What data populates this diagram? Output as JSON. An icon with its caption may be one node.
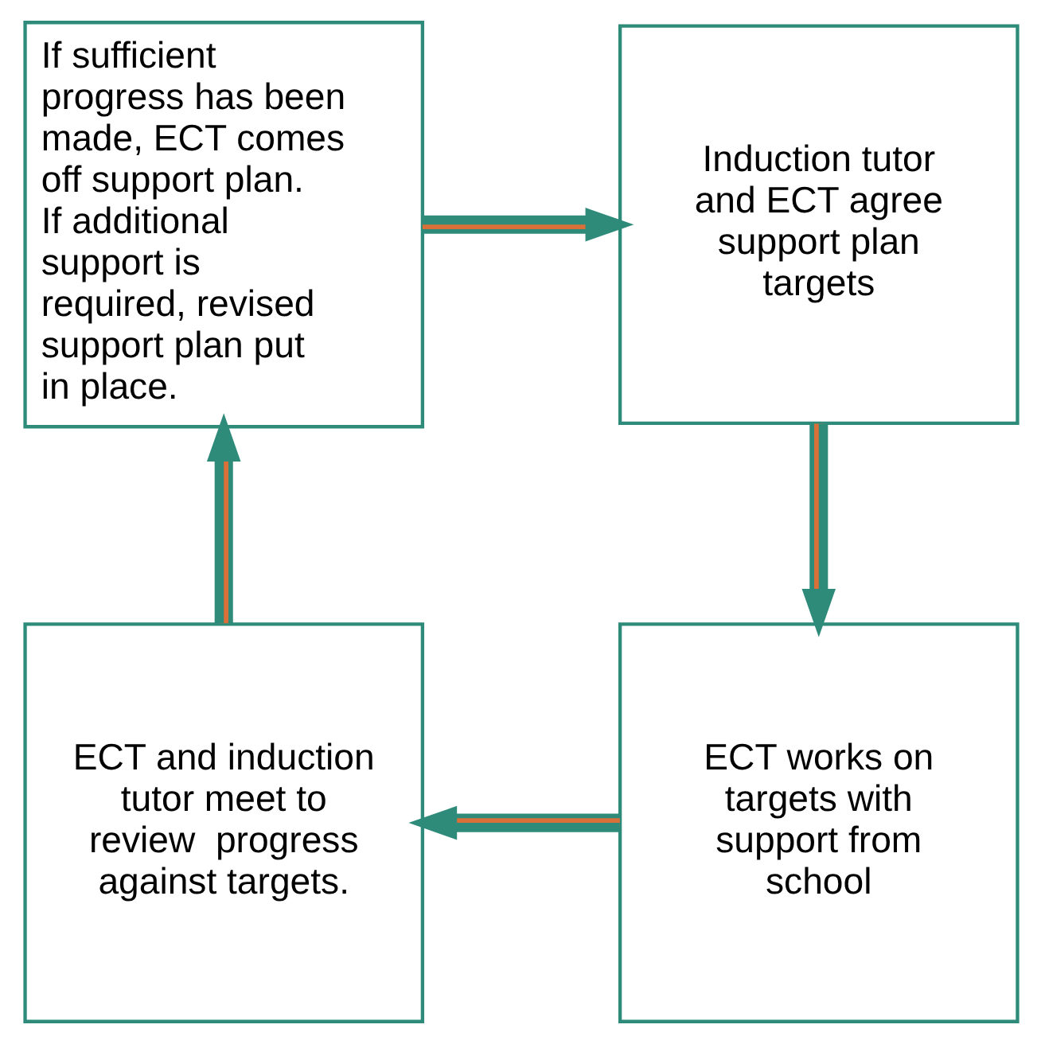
{
  "diagram": {
    "nodes": [
      {
        "text": [
          "If sufficient progress has been made, ECT comes off support plan.  If additional support is required, revised support plan put in place."
        ]
      },
      {
        "text": [
          "Induction tutor and ECT agree support plan targets"
        ]
      },
      {
        "text": [
          "ECT and induction tutor meet to review  progress against targets."
        ]
      },
      {
        "text": [
          "ECT works on targets with support from school"
        ]
      }
    ],
    "edges": [
      {
        "from": 0,
        "to": 1,
        "arrow": "to"
      },
      {
        "from": 1,
        "to": 3,
        "arrow": "to"
      },
      {
        "from": 3,
        "to": 2,
        "arrow": "to"
      },
      {
        "from": 2,
        "to": 0,
        "arrow": "to"
      }
    ]
  }
}
